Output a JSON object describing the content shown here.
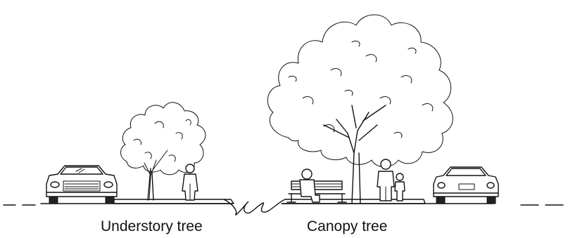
{
  "captions": {
    "understory": "Understory tree",
    "canopy": "Canopy tree"
  },
  "figure": {
    "elements": [
      "car-left",
      "understory-tree",
      "pedestrian-man",
      "bench-with-person",
      "canopy-tree",
      "family-adult-and-child",
      "car-right",
      "sidewalk",
      "break-mark",
      "ground-line"
    ],
    "colors": {
      "ink": "#111111",
      "background": "#ffffff"
    }
  }
}
